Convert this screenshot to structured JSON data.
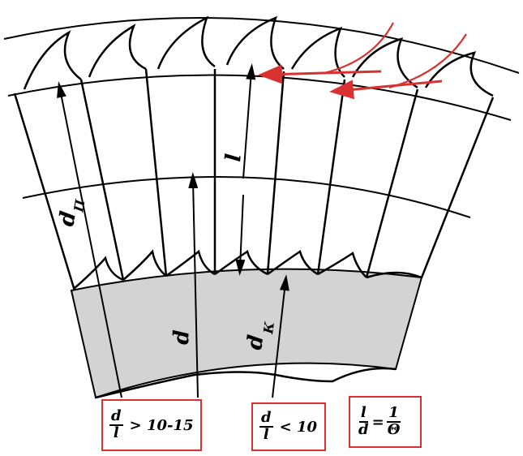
{
  "labels": {
    "d_outer": "d",
    "d_outer_sub": "П",
    "blade_length": "l",
    "d_mean": "d",
    "d_root": "d",
    "d_root_sub": "К"
  },
  "formulas": [
    {
      "num": "d",
      "den": "l",
      "relation": "> 10-15"
    },
    {
      "num": "d",
      "den": "l",
      "relation": "< 10"
    },
    {
      "num": "l",
      "den": "d",
      "equals": "=",
      "rhs_num": "1",
      "rhs_den": "Θ"
    }
  ],
  "colors": {
    "line": "#000000",
    "hub": "#d3d3d3",
    "accent": "#d93030"
  }
}
